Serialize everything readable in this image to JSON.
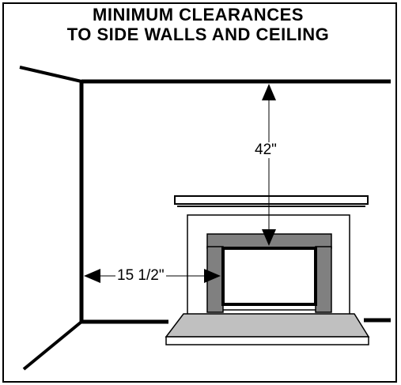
{
  "title": {
    "line1": "MINIMUM CLEARANCES",
    "line2": "TO SIDE WALLS AND CEILING"
  },
  "dimensions": {
    "ceiling": "42\"",
    "side_wall": "15 1/2\""
  },
  "colors": {
    "line": "#000000",
    "surround": "#808080",
    "hearth": "#c0c0c0",
    "background": "#ffffff"
  }
}
